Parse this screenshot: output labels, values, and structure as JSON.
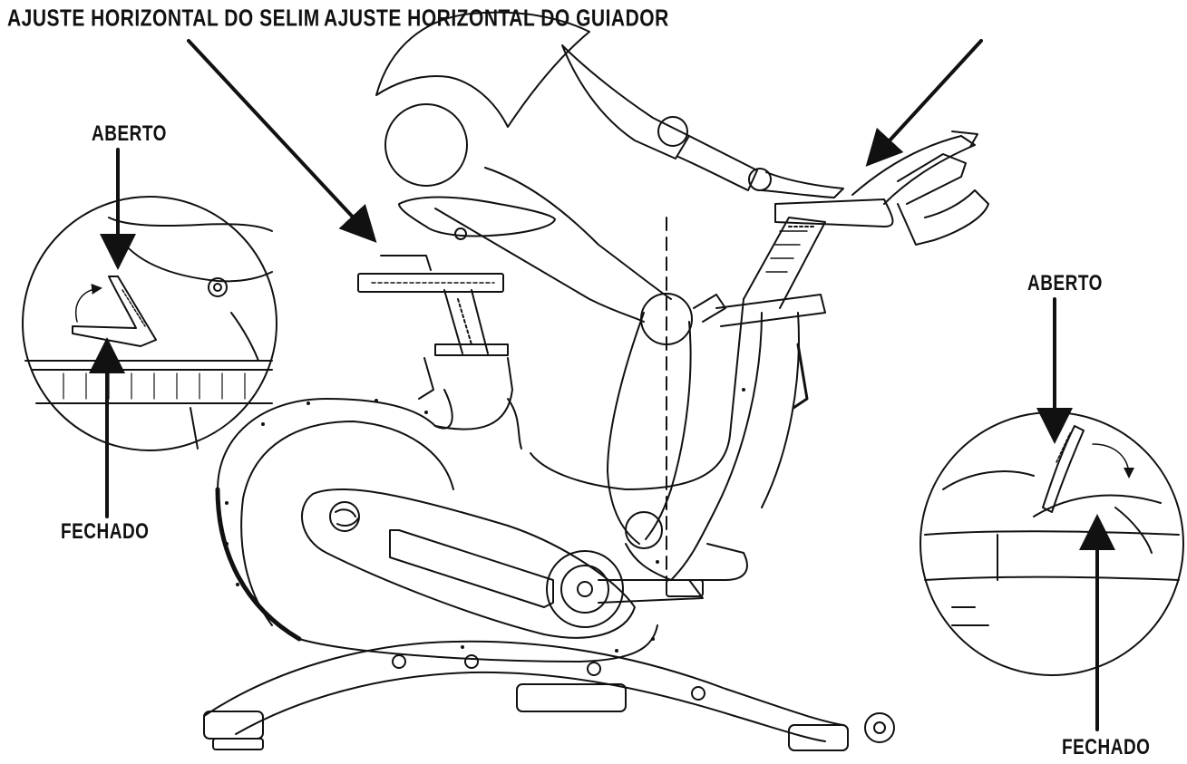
{
  "labels": {
    "seat_horizontal": "AJUSTE HORIZONTAL DO SELIM",
    "handlebar_horizontal": "AJUSTE HORIZONTAL DO GUIADOR",
    "left_open": "ABERTO",
    "left_closed": "FECHADO",
    "right_open": "ABERTO",
    "right_closed": "FECHADO"
  },
  "colors": {
    "line": "#111111",
    "background": "#ffffff"
  }
}
